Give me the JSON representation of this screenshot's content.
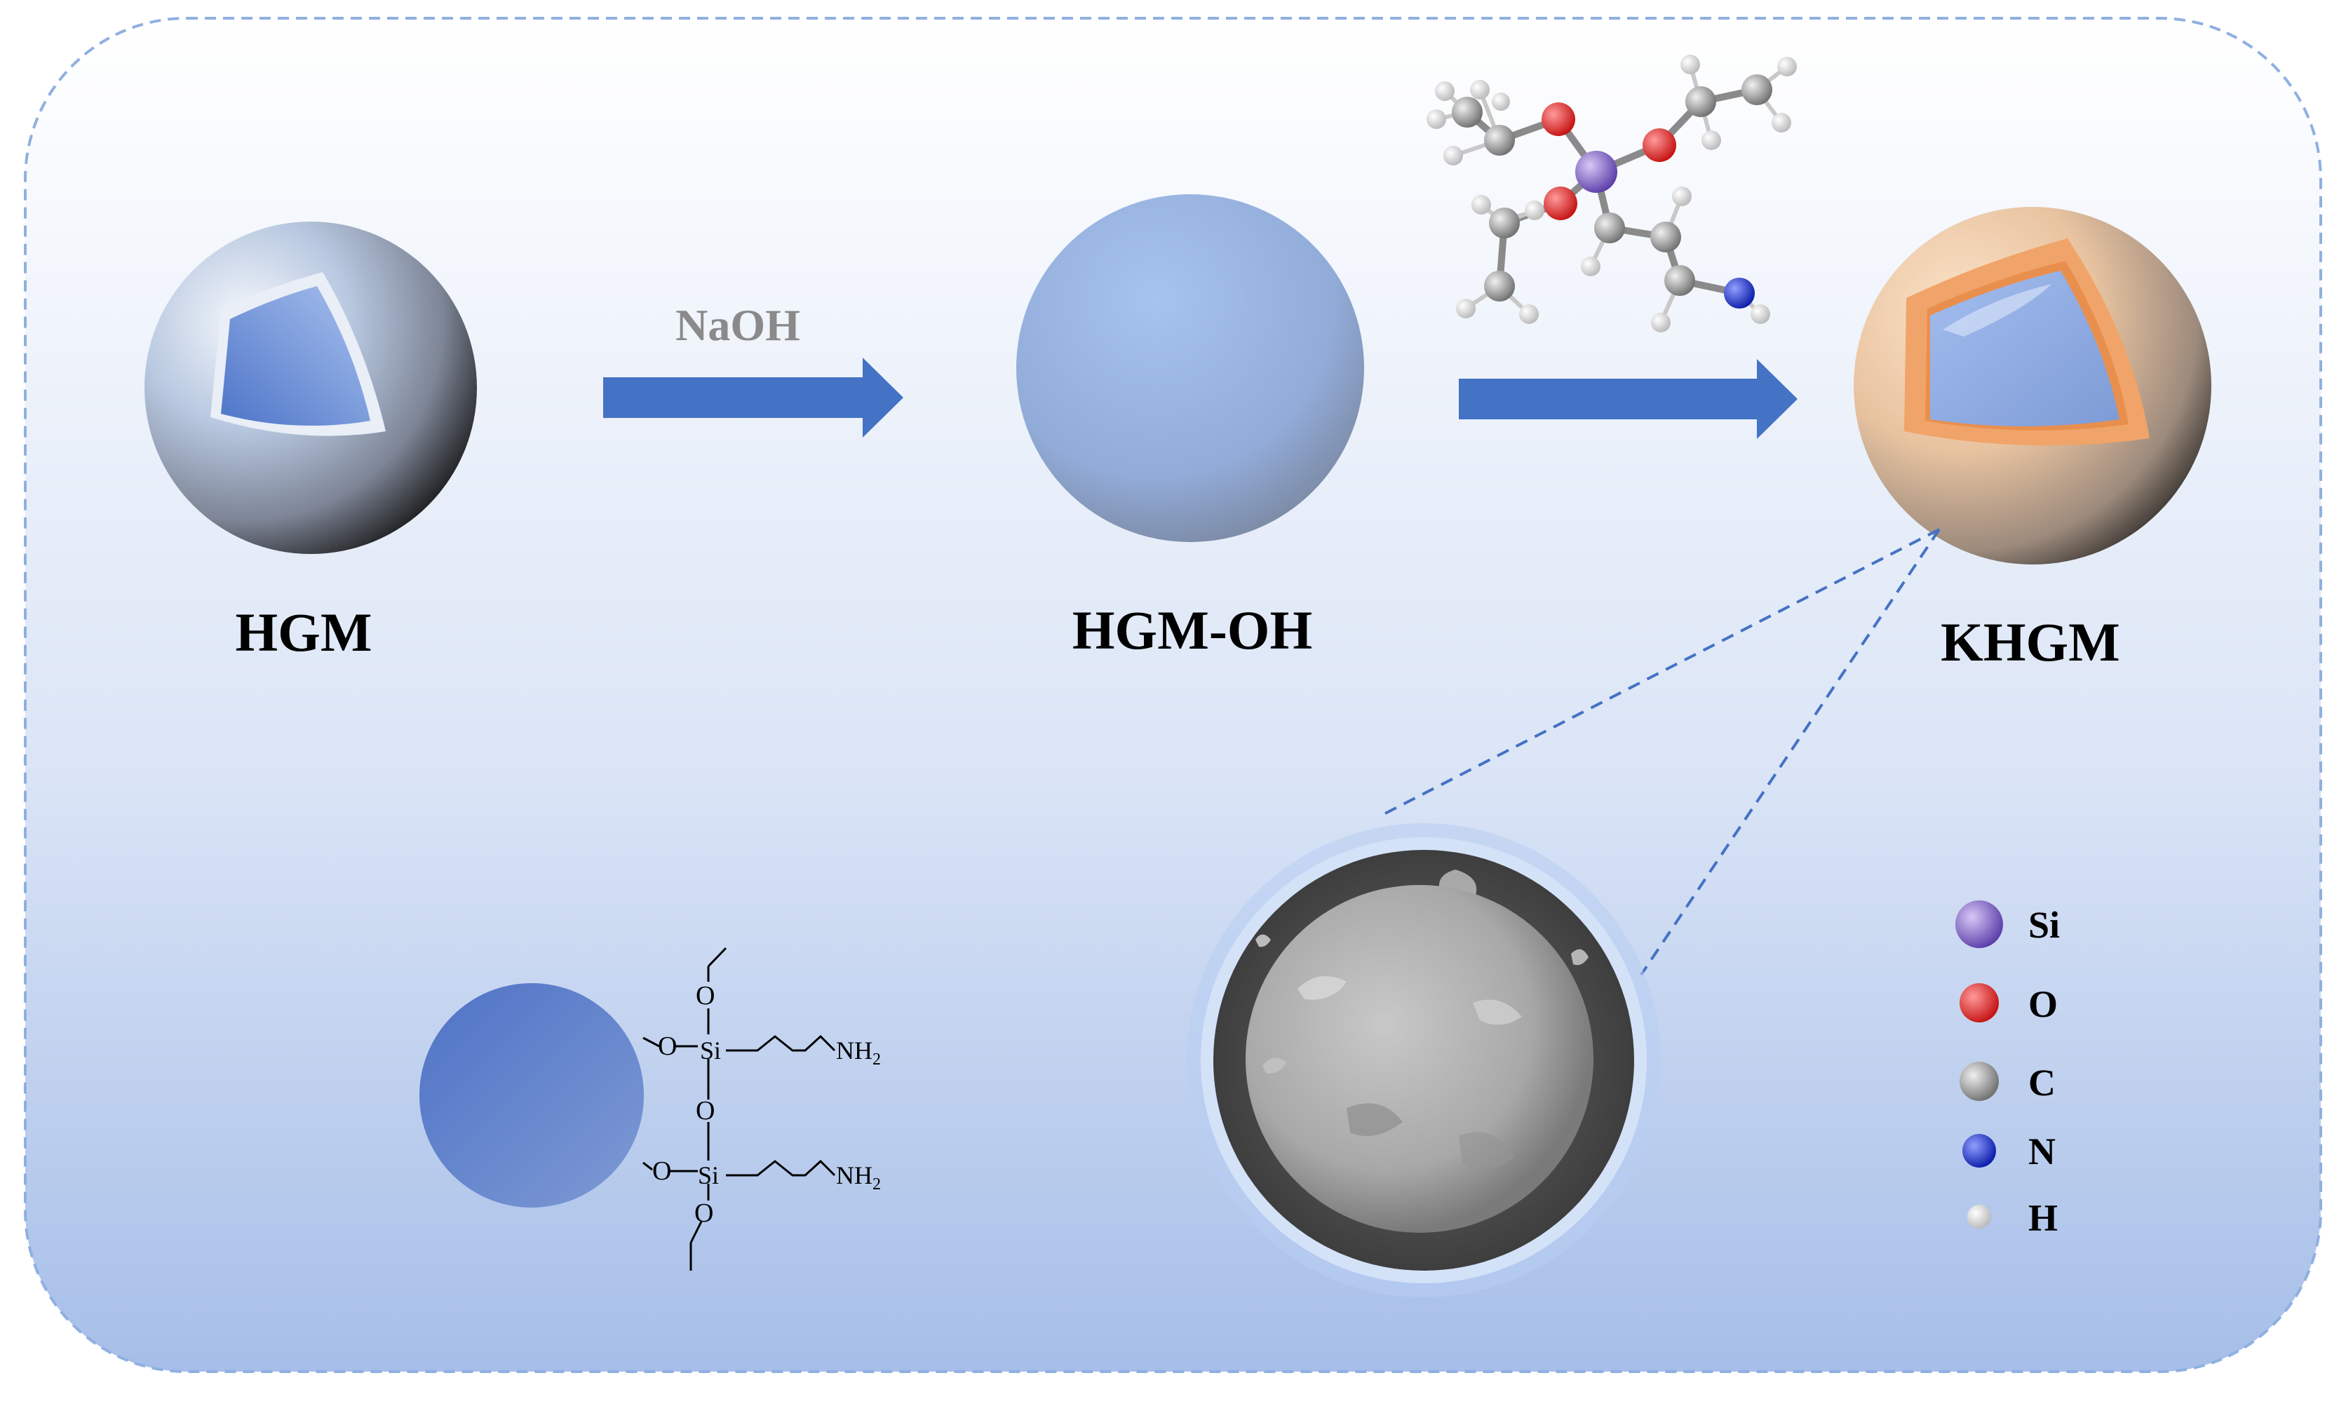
{
  "labels": {
    "hgm": "HGM",
    "naoh": "NaOH",
    "hgm_oh": "HGM-OH",
    "khgm": "KHGM"
  },
  "structure": {
    "o_top": "O",
    "o_left_top": "O",
    "si_top": "Si",
    "nh2_top": "NH",
    "sub2_top": "2",
    "o_bridge": "O",
    "o_left_bottom": "O",
    "si_bottom": "Si",
    "nh2_bottom": "NH",
    "sub2_bottom": "2",
    "o_bottom": "O"
  },
  "legend": [
    {
      "symbol": "Si",
      "color": "#7a5bc6"
    },
    {
      "symbol": "O",
      "color": "#e0262b"
    },
    {
      "symbol": "C",
      "color": "#9a9a9a"
    },
    {
      "symbol": "N",
      "color": "#1d2fd0"
    },
    {
      "symbol": "H",
      "color": "#eeeeee"
    }
  ],
  "colors": {
    "arrow": "#4472c4",
    "frame_border": "#8fb0e0",
    "glass_blue": "#8fb0ea",
    "coating": "#f0b27a"
  }
}
